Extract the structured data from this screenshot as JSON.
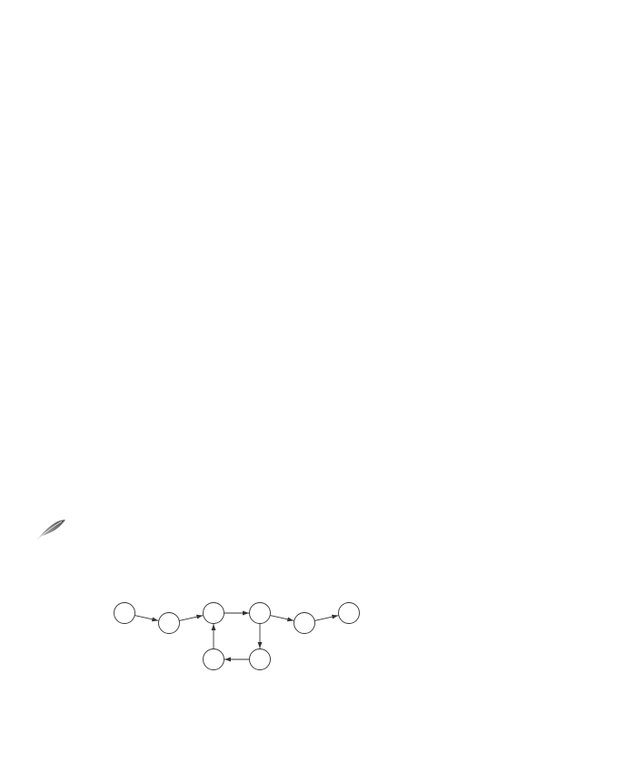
{
  "colors": {
    "background": "#ffffff",
    "node_stroke": "#333333",
    "node_fill": "#ffffff",
    "edge_stroke": "#333333",
    "quill_dark": "#5a5a5a",
    "quill_light": "#bdbdbd"
  },
  "icons": {
    "quill": "quill-feather-icon"
  },
  "graph": {
    "directed": true,
    "nodes": [
      {
        "id": "n1",
        "label": ""
      },
      {
        "id": "n2",
        "label": ""
      },
      {
        "id": "n3",
        "label": ""
      },
      {
        "id": "n4",
        "label": ""
      },
      {
        "id": "n5",
        "label": ""
      },
      {
        "id": "n6",
        "label": ""
      },
      {
        "id": "n7",
        "label": ""
      },
      {
        "id": "n8",
        "label": ""
      }
    ],
    "edges": [
      {
        "from": "n1",
        "to": "n2"
      },
      {
        "from": "n2",
        "to": "n3"
      },
      {
        "from": "n3",
        "to": "n4"
      },
      {
        "from": "n4",
        "to": "n5"
      },
      {
        "from": "n5",
        "to": "n6"
      },
      {
        "from": "n4",
        "to": "n7"
      },
      {
        "from": "n7",
        "to": "n8"
      },
      {
        "from": "n8",
        "to": "n3"
      }
    ]
  }
}
